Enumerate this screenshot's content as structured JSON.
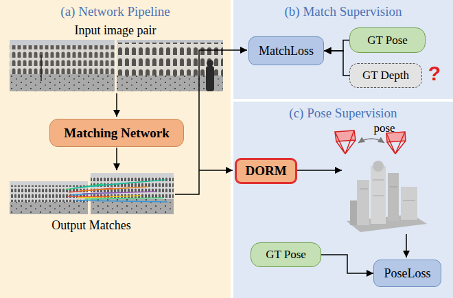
{
  "diagram": {
    "nodes": [
      {
        "text": [
          "(a) Network Pipeline"
        ]
      },
      {
        "text": [
          "Matching Network"
        ],
        "in": 0
      },
      {
        "text": [
          "(b) Match Supervision"
        ]
      },
      {
        "text": [
          "MatchLoss"
        ],
        "in": 2
      },
      {
        "text": [
          "GT Pose"
        ],
        "in": 2
      },
      {
        "text": [
          "GT Depth"
        ],
        "in": 2
      },
      {
        "text": [
          "(c) Pose Supervision"
        ]
      },
      {
        "text": [
          "DORM"
        ],
        "in": 6
      },
      {
        "text": [
          "GT Pose"
        ],
        "in": 6
      },
      {
        "text": [
          "PoseLoss"
        ],
        "in": 6
      }
    ],
    "edges": [
      {
        "from": 4,
        "to": 3,
        "arrow": "to"
      },
      {
        "from": 5,
        "to": 3,
        "arrow": "to"
      },
      {
        "from": 8,
        "to": 9,
        "arrow": "to"
      }
    ],
    "labels": [
      "Input image pair",
      "Output Matches",
      "?",
      "pose"
    ]
  }
}
